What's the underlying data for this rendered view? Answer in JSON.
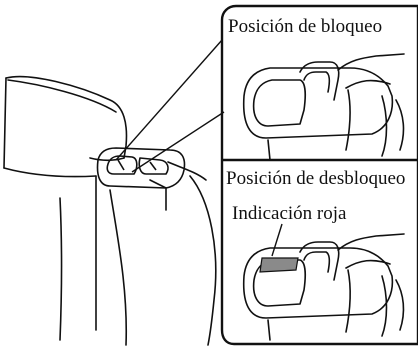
{
  "panels": {
    "lock": {
      "label": "Posición de bloqueo"
    },
    "unlock": {
      "label": "Posición de desbloqueo",
      "indicator_label": "Indicación roja"
    }
  },
  "colors": {
    "line": "#111111",
    "indicator": "#8a8a8a",
    "background": "#ffffff"
  }
}
